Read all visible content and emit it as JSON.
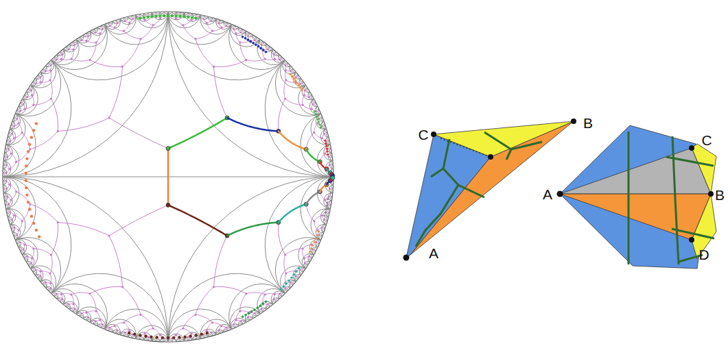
{
  "diagram": {
    "labels": [
      "C",
      "B",
      "A",
      "A",
      "C",
      "B",
      "D"
    ]
  }
}
